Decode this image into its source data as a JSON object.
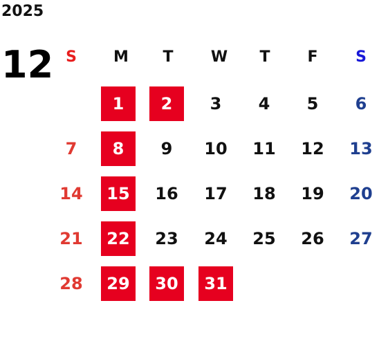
{
  "calendar": {
    "year": "2025",
    "month": "12",
    "weekdays": [
      "S",
      "M",
      "T",
      "W",
      "T",
      "F",
      "S"
    ],
    "weeks": [
      [
        "",
        "1",
        "2",
        "3",
        "4",
        "5",
        "6"
      ],
      [
        "7",
        "8",
        "9",
        "10",
        "11",
        "12",
        "13"
      ],
      [
        "14",
        "15",
        "16",
        "17",
        "18",
        "19",
        "20"
      ],
      [
        "21",
        "22",
        "23",
        "24",
        "25",
        "26",
        "27"
      ],
      [
        "28",
        "29",
        "30",
        "31",
        "",
        "",
        ""
      ]
    ],
    "highlighted_days": [
      "1",
      "2",
      "8",
      "15",
      "22",
      "29",
      "30",
      "31"
    ],
    "colors": {
      "highlight_bg": "#e6001f",
      "highlight_text": "#ffffff",
      "sunday_header": "#e81e1e",
      "saturday_header": "#1818d8",
      "sunday_text": "#e03a32",
      "saturday_text": "#1f3f8f",
      "weekday_text": "#111111"
    }
  }
}
